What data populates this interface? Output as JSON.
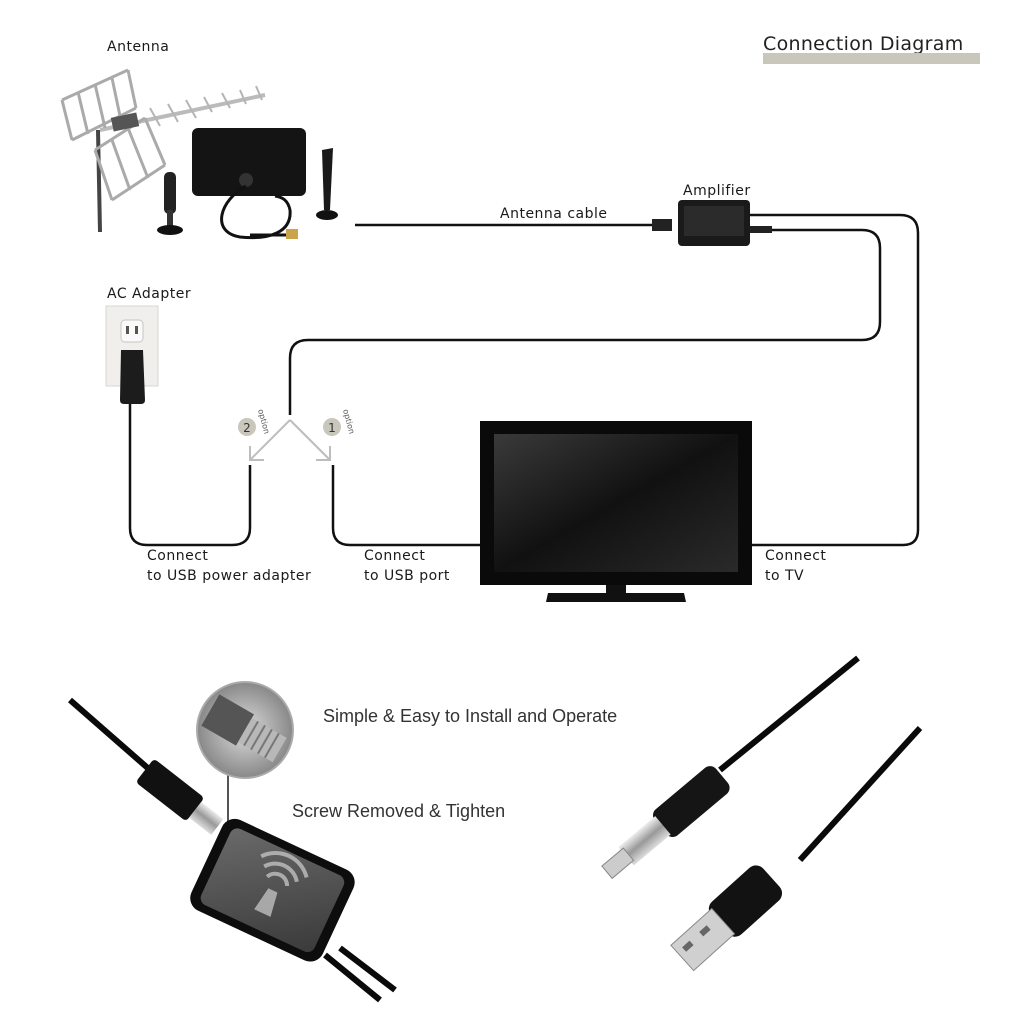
{
  "diagram": {
    "title": "Connection Diagram",
    "labels": {
      "antenna": "Antenna",
      "amplifier": "Amplifier",
      "antenna_cable": "Antenna cable",
      "ac_adapter": "AC Adapter",
      "usb_power_adapter": [
        "Connect",
        "to USB power adapter"
      ],
      "usb_port": [
        "Connect",
        "to USB port"
      ],
      "tv": [
        "Connect",
        "to TV"
      ]
    },
    "options": [
      {
        "number": "2",
        "text": "option"
      },
      {
        "number": "1",
        "text": "option"
      }
    ]
  },
  "features": {
    "install": "Simple & Easy to Install and Operate",
    "screw": "Screw Removed & Tighten"
  }
}
